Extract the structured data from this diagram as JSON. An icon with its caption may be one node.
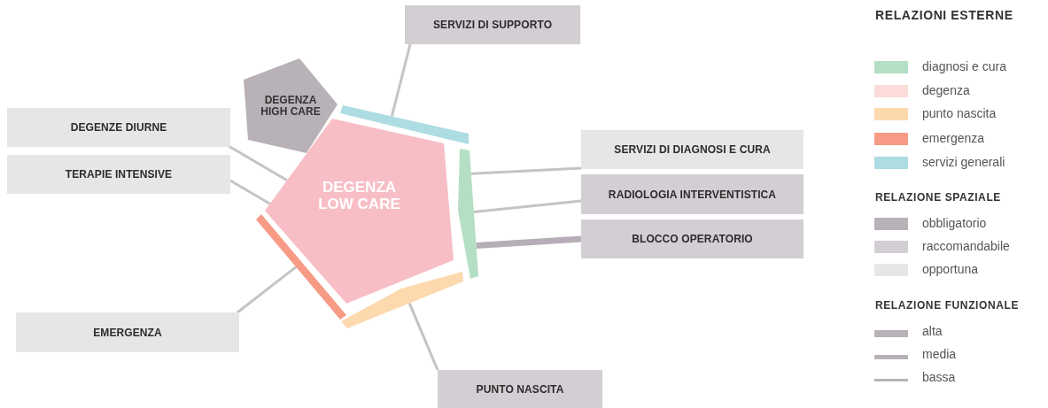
{
  "diagram": {
    "nodes": [
      {
        "text": [
          "SERVIZI DI SUPPORTO"
        ]
      },
      {
        "text": [
          "DEGENZA HIGH CARE"
        ]
      },
      {
        "text": [
          "DEGENZE DIURNE"
        ]
      },
      {
        "text": [
          "TERAPIE INTENSIVE"
        ]
      },
      {
        "text": [
          "DEGENZA LOW CARE"
        ]
      },
      {
        "text": [
          "SERVIZI DI DIAGNOSI E CURA"
        ]
      },
      {
        "text": [
          "RADIOLOGIA INTERVENTISTICA"
        ]
      },
      {
        "text": [
          "BLOCCO OPERATORIO"
        ]
      },
      {
        "text": [
          "EMERGENZA"
        ]
      },
      {
        "text": [
          "PUNTO NASCITA"
        ]
      },
      {
        "text": [],
        "shape": "bar"
      },
      {
        "text": [],
        "shape": "bar"
      },
      {
        "text": [],
        "shape": "bar"
      },
      {
        "text": [],
        "shape": "bar"
      }
    ],
    "edges": [
      {
        "from": 0,
        "to": 10,
        "arrow": "none"
      },
      {
        "from": 2,
        "to": 4,
        "arrow": "none"
      },
      {
        "from": 3,
        "to": 4,
        "arrow": "none"
      },
      {
        "from": 5,
        "to": 11,
        "arrow": "none"
      },
      {
        "from": 6,
        "to": 11,
        "arrow": "none"
      },
      {
        "from": 7,
        "to": 11,
        "arrow": "none",
        "style": "thick",
        "color": "#b5aeb6"
      },
      {
        "from": 8,
        "to": 12,
        "arrow": "none"
      },
      {
        "from": 9,
        "to": 13,
        "arrow": "none"
      }
    ],
    "labels": [
      "RELAZIONI ESTERNE",
      "RELAZIONE SPAZIALE",
      "RELAZIONE FUNZIONALE"
    ],
    "legend": [
      {
        "text": "diagnosi e cura",
        "color": "#b5dfc4"
      },
      {
        "text": "degenza",
        "color": "#fbdcd9"
      },
      {
        "text": "punto nascita",
        "color": "#fdd9ae"
      },
      {
        "text": "emergenza",
        "color": "#f79a86"
      },
      {
        "text": "servizi generali",
        "color": "#addde2"
      },
      {
        "text": "obbligatorio",
        "color": "#b8b2b8"
      },
      {
        "text": "raccomandabile",
        "color": "#d3ced3"
      },
      {
        "text": "opportuna",
        "color": "#e6e6e6"
      },
      {
        "text": "alta"
      },
      {
        "text": "media"
      },
      {
        "text": "bassa"
      }
    ]
  }
}
